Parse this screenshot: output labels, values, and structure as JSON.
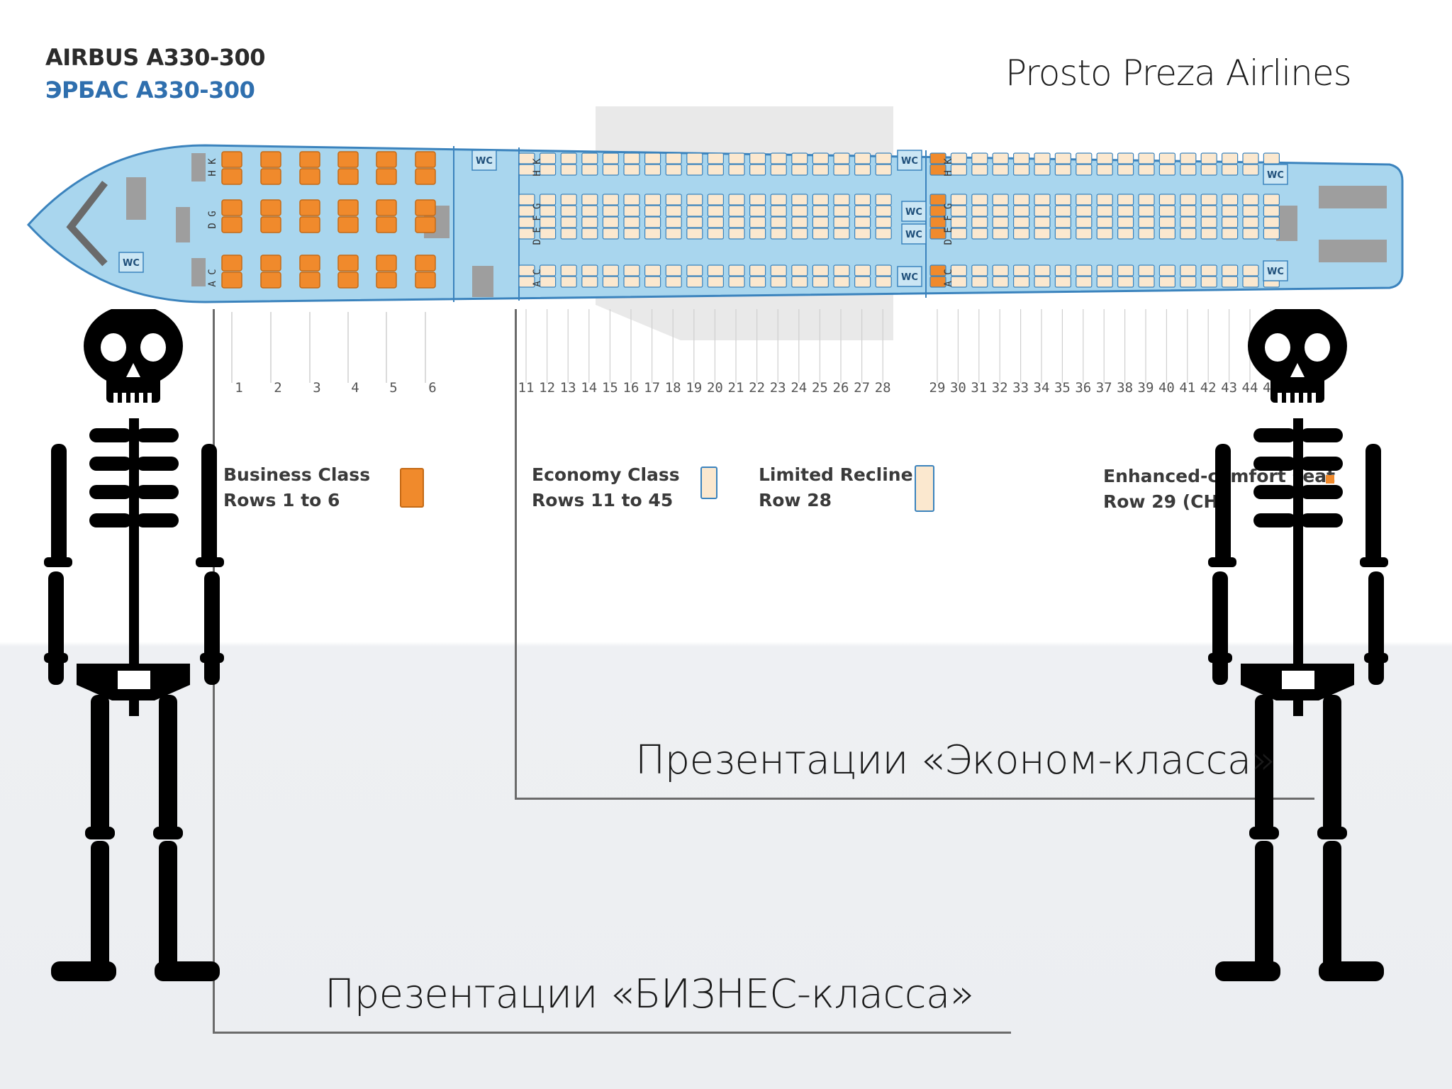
{
  "header": {
    "model_en": "AIRBUS A330-300",
    "model_ru": "ЭРБАС А330-300",
    "airline": "Prosto Preza Airlines"
  },
  "seatmap": {
    "wc_label": "WC",
    "business_rows": [
      "1",
      "2",
      "3",
      "4",
      "5",
      "6"
    ],
    "economy_rows_front": [
      "11",
      "12",
      "13",
      "14",
      "15",
      "16",
      "17",
      "18",
      "19",
      "20",
      "21",
      "22",
      "23",
      "24",
      "25",
      "26",
      "27",
      "28"
    ],
    "economy_rows_rear": [
      "29",
      "30",
      "31",
      "32",
      "33",
      "34",
      "35",
      "36",
      "37",
      "38",
      "39",
      "40",
      "41",
      "42",
      "43",
      "44",
      "45"
    ],
    "seat_letters": {
      "business_top": "H K",
      "business_mid": "D G",
      "business_bottom": "A C",
      "economy_top": "H K",
      "economy_mid": "D E F G",
      "economy_bottom": "A C"
    }
  },
  "legend": {
    "business": {
      "line1": "Business Class",
      "line2": "Rows 1 to 6"
    },
    "economy": {
      "line1": "Economy Class",
      "line2": "Rows 11 to 45"
    },
    "recline": {
      "line1": "Limited Recline",
      "line2": "Row 28"
    },
    "enhanced": {
      "line1": "Enhanced-comfort seat",
      "line2": "Row 29 (CH"
    }
  },
  "captions": {
    "economy": "Презентации «Эконом-класса»",
    "business": "Презентации «БИЗНЕС-класса»"
  },
  "colors": {
    "fuselage": "#a9d6ee",
    "fuselage_outline": "#3b83bd",
    "business_seat": "#f08a2c",
    "economy_seat": "#fbe8cf",
    "skeleton": "#000000",
    "text_blue": "#2f6fae"
  },
  "icons": {
    "skeleton_left": "skeleton",
    "skeleton_right": "skeleton"
  }
}
